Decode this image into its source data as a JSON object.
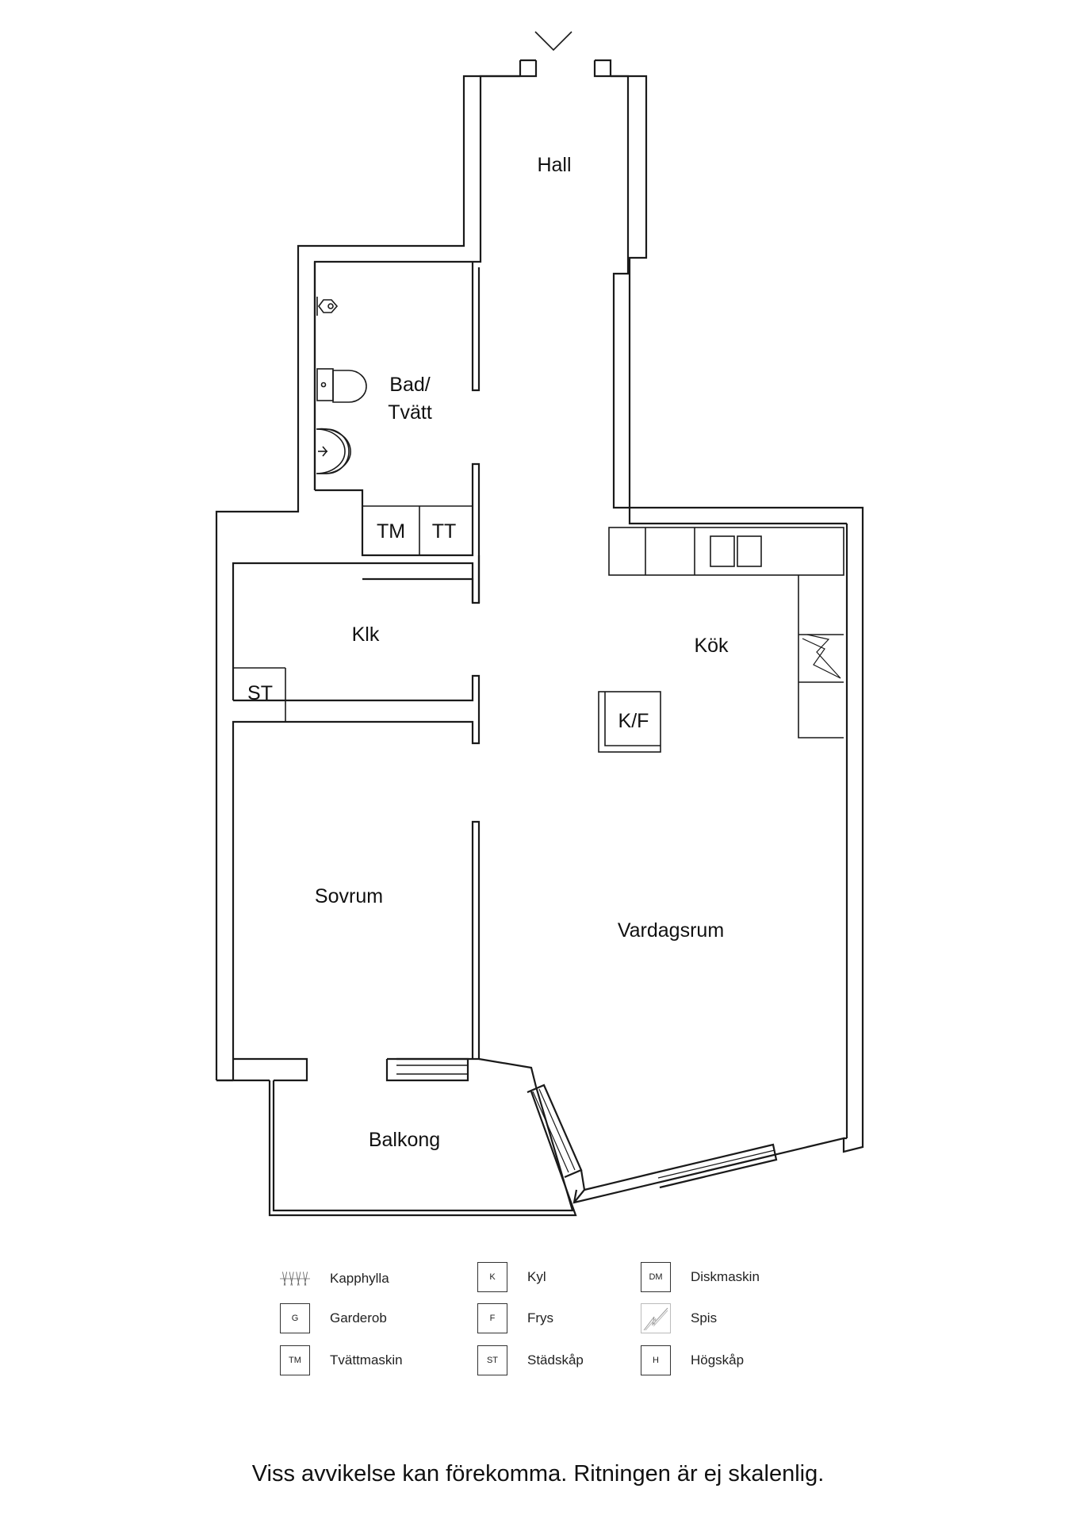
{
  "rooms": {
    "hall": "Hall",
    "bad_line1": "Bad/",
    "bad_line2": "Tvätt",
    "klk": "Klk",
    "kok": "Kök",
    "sovrum": "Sovrum",
    "vardagsrum": "Vardagsrum",
    "balkong": "Balkong"
  },
  "fixtures": {
    "tm": "TM",
    "tt": "TT",
    "st": "ST",
    "kf": "K/F"
  },
  "legend": [
    {
      "symbol": "",
      "label": "Kapphylla",
      "icon": "coat-rack-icon"
    },
    {
      "symbol": "K",
      "label": "Kyl",
      "icon": "fridge-box"
    },
    {
      "symbol": "DM",
      "label": "Diskmaskin",
      "icon": "dishwasher-box"
    },
    {
      "symbol": "G",
      "label": "Garderob",
      "icon": "wardrobe-box"
    },
    {
      "symbol": "F",
      "label": "Frys",
      "icon": "freezer-box"
    },
    {
      "symbol": "",
      "label": "Spis",
      "icon": "stove-icon"
    },
    {
      "symbol": "TM",
      "label": "Tvättmaskin",
      "icon": "washer-box"
    },
    {
      "symbol": "ST",
      "label": "Städskåp",
      "icon": "cleaning-cabinet-box"
    },
    {
      "symbol": "H",
      "label": "Högskåp",
      "icon": "tall-cabinet-box"
    }
  ],
  "disclaimer": "Viss avvikelse kan förekomma. Ritningen är ej skalenlig."
}
